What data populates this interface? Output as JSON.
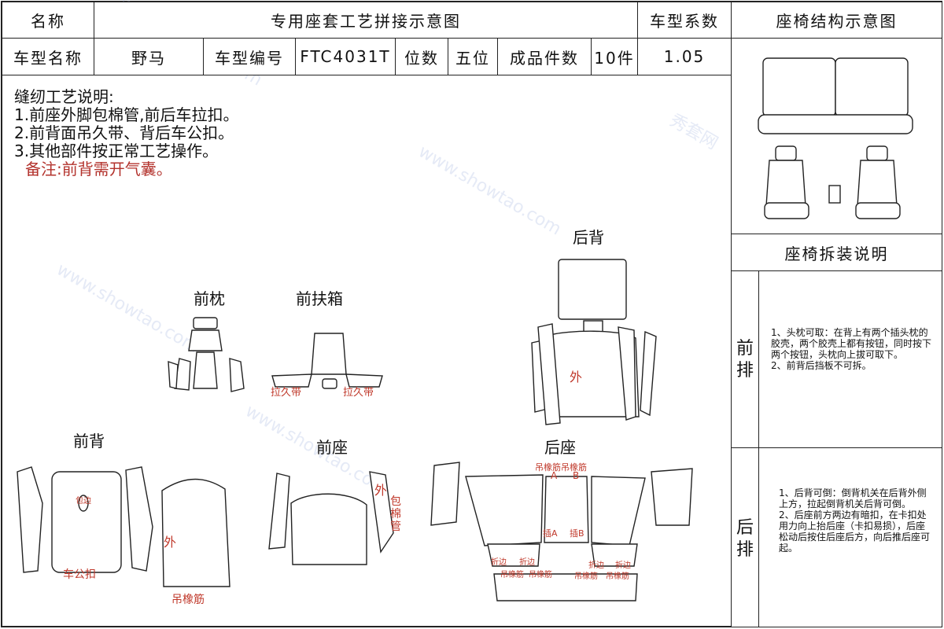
{
  "header": {
    "name_label": "名称",
    "title": "专用座套工艺拼接示意图",
    "coef_label": "车型系数",
    "struct_title": "座椅结构示意图",
    "model_name_label": "车型名称",
    "model_name": "野马",
    "model_code_label": "车型编号",
    "model_code": "FTC4031T",
    "seats_label": "位数",
    "seats": "五位",
    "pieces_label": "成品件数",
    "pieces": "10件",
    "coef": "1.05"
  },
  "notes": {
    "title": "缝纫工艺说明:",
    "items": [
      "1.前座外脚包棉管,前后车拉扣。",
      "2.前背面吊久带、背后车公扣。",
      "3.其他部件按正常工艺操作。"
    ],
    "remark": "备注:前背需开气囊。"
  },
  "parts": {
    "front_pillow": "前枕",
    "front_armrest": "前扶箱",
    "rear_back": "后背",
    "front_back": "前背",
    "front_seat": "前座",
    "rear_seat": "后座"
  },
  "annotations": {
    "pull_strap_left": "拉久带",
    "pull_strap_right": "拉久带",
    "outer_rear_back": "外",
    "outer_front_back": "外",
    "outer_front_seat": "外",
    "wrap_tube": "包棉管",
    "male_buckle": "车公扣",
    "hang_band": "吊橡筋",
    "edge_wrap": "包边",
    "rear_hang_bands": "吊橡筋吊橡筋",
    "tag_a": "A",
    "tag_b": "B",
    "insert_a": "插A",
    "insert_b": "插B",
    "fold_edge_left": "折边",
    "fold_edge_left2": "折边",
    "fold_edge_right": "折边",
    "fold_edge_right2": "折边",
    "hang_left_a": "吊橡筋",
    "hang_left_b": "吊橡筋",
    "hang_right_a": "吊橡筋",
    "hang_right_b": "吊橡筋"
  },
  "sidebar": {
    "disassembly_title": "座椅拆装说明",
    "front_row_label": "前排",
    "front_row_text": "1、头枕可取：在背上有两个插头枕的胶壳，两个胶壳上都有按钮，同时按下两个按钮，头枕向上拔可取下。\n2、前背后挡板不可拆。",
    "rear_row_label": "后排",
    "rear_row_text": "1、后背可倒：倒背机关在后背外侧上方，拉起倒背机关后背可倒。\n2、后座前方两边有暗扣，在卡扣处用力向上抬后座（卡扣易损），后座松动后按住后座后方，向后推后座可起。"
  },
  "watermark": {
    "brand": "秀套网",
    "site": "www.showtao.com"
  }
}
